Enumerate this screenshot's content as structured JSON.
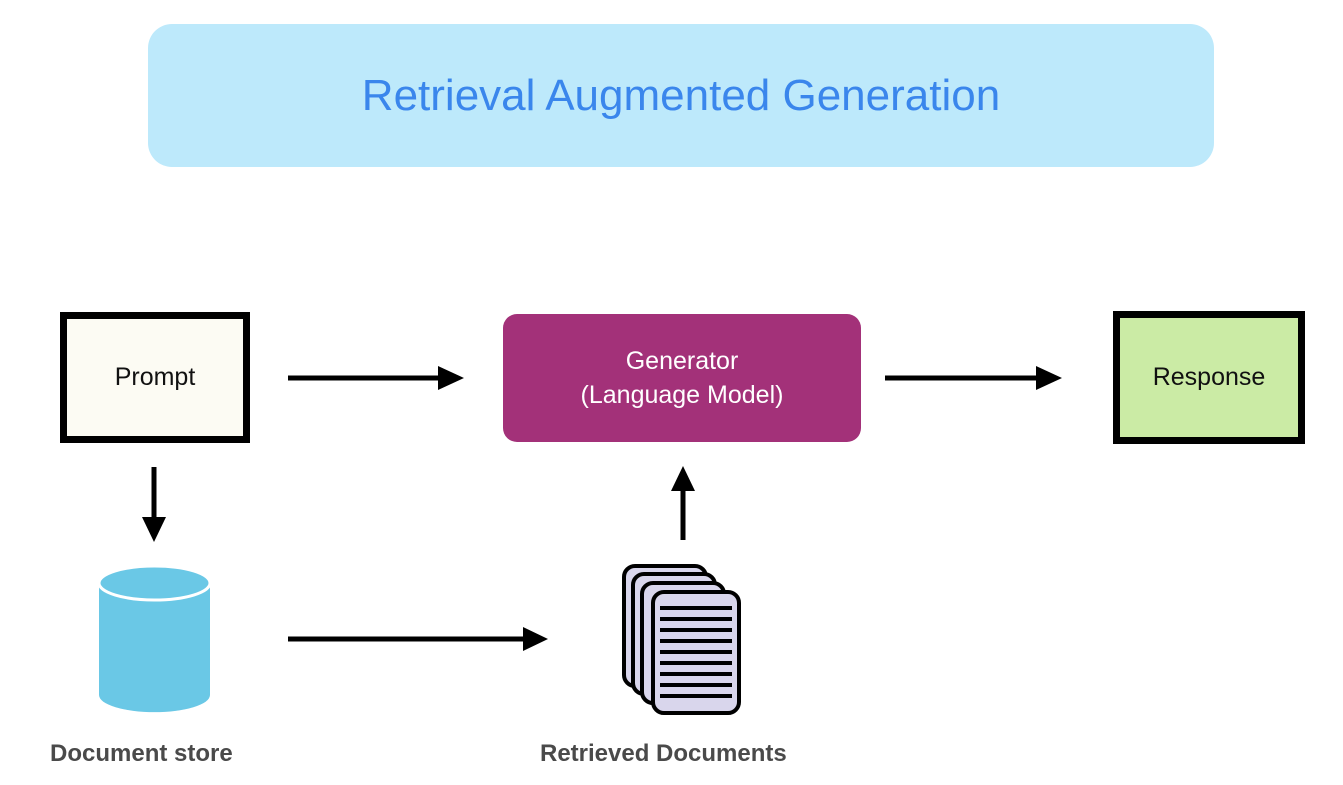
{
  "title": "Retrieval Augmented Generation",
  "nodes": {
    "prompt": {
      "label": "Prompt",
      "color": "#fcfbf3"
    },
    "generator": {
      "line1": "Generator",
      "line2": "(Language Model)",
      "color": "#a33179"
    },
    "response": {
      "label": "Response",
      "color": "#cbeba5"
    },
    "document_store": {
      "label": "Document store",
      "icon": "database-cylinder-icon",
      "color": "#6ac8e6"
    },
    "retrieved_documents": {
      "label": "Retrieved Documents",
      "icon": "document-stack-icon",
      "color": "#d9d6ec"
    }
  },
  "edges": [
    {
      "from": "prompt",
      "to": "generator"
    },
    {
      "from": "generator",
      "to": "response"
    },
    {
      "from": "prompt",
      "to": "document_store"
    },
    {
      "from": "document_store",
      "to": "retrieved_documents"
    },
    {
      "from": "retrieved_documents",
      "to": "generator"
    }
  ],
  "colors": {
    "title_bg": "#bde9fb",
    "title_text": "#3a86ec",
    "arrow": "#000000"
  }
}
